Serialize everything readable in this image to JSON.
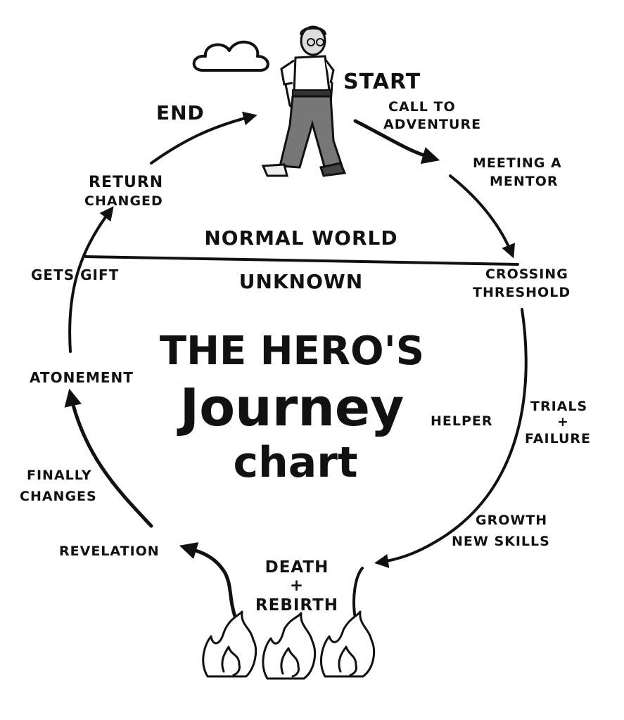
{
  "title": {
    "line1": "THE HERO'S",
    "line2": "Journey",
    "line3": "chart"
  },
  "world": {
    "normal": "NORMAL WORLD",
    "unknown": "UNKNOWN"
  },
  "stages": {
    "start": "START",
    "call_1": "CALL TO",
    "call_2": "ADVENTURE",
    "mentor_1": "MEETING A",
    "mentor_2": "MENTOR",
    "threshold_1": "CROSSING",
    "threshold_2": "THRESHOLD",
    "helper": "HELPER",
    "trials_1": "TRIALS",
    "trials_2": "+",
    "trials_3": "FAILURE",
    "growth_1": "GROWTH",
    "growth_2": "NEW SKILLS",
    "death_1": "DEATH",
    "death_2": "+",
    "death_3": "REBIRTH",
    "revelation": "REVELATION",
    "changes_1": "FINALLY",
    "changes_2": "CHANGES",
    "atonement": "ATONEMENT",
    "gift": "GETS GIFT",
    "return_1": "RETURN",
    "return_2": "CHANGED",
    "end": "END"
  },
  "icons": [
    "cloud-icon",
    "hero-figure-icon",
    "flame-icon"
  ]
}
